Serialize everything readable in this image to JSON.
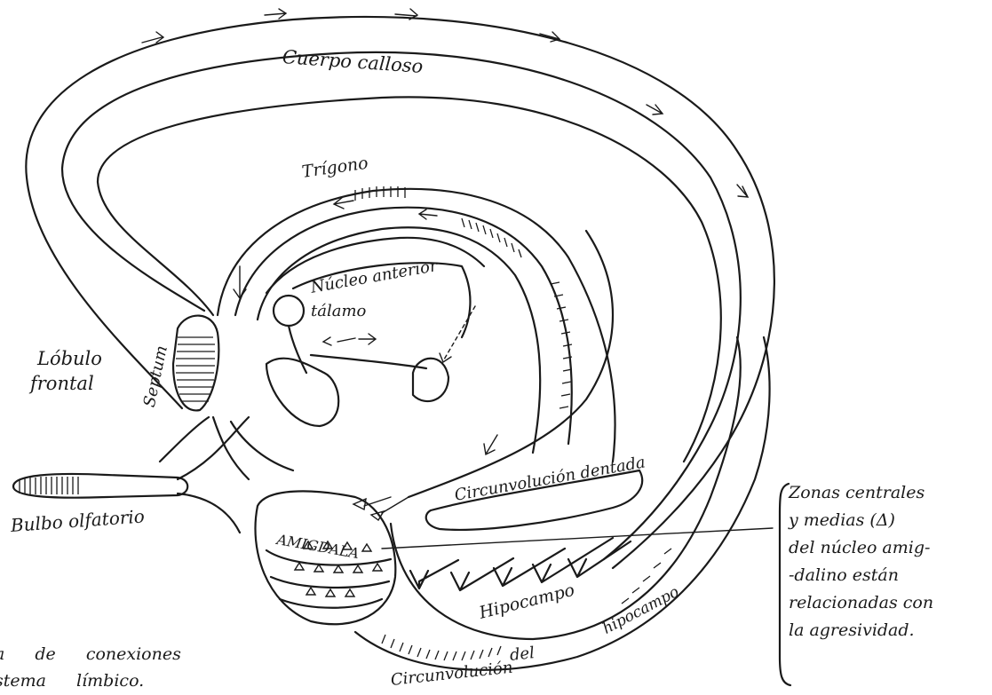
{
  "labels": {
    "cuerpo_calloso": "Cuerpo calloso",
    "trigono": "Trígono",
    "nucleo_anterior_1": "Núcleo anterior",
    "nucleo_anterior_2": "tálamo",
    "lobulo_1": "Lóbulo",
    "lobulo_2": "frontal",
    "septum": "Septum",
    "bulbo": "Bulbo olfatorio",
    "circ_dentada": "Circunvolución dentada",
    "amigdala": "AMIGDALA",
    "hipocampo": "Hipocampo",
    "circ_hipo_1": "Circunvolución",
    "circ_hipo_2": "del",
    "circ_hipo_3": "hipocampo"
  },
  "note": {
    "line1": "Zonas centrales",
    "line2": "y medias (Δ)",
    "line3": "del núcleo amig-",
    "line4": "-dalino están",
    "line5": "relacionadas con",
    "line6": "la agresividad."
  },
  "caption": {
    "line1": "a de conexiones",
    "line2": "stema límbico."
  },
  "colors": {
    "ink": "#1a1a1a",
    "paper": "#ffffff"
  }
}
